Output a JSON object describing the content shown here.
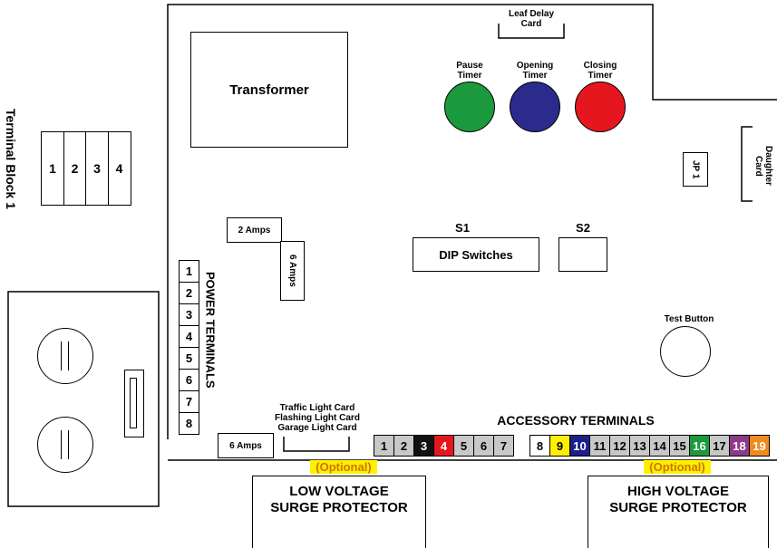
{
  "board": {
    "transformer": "Transformer",
    "leaf_delay": "Leaf Delay\nCard",
    "timers": [
      {
        "label": "Pause\nTimer",
        "color": "#1a9a3c"
      },
      {
        "label": "Opening\nTimer",
        "color": "#2b2b8c"
      },
      {
        "label": "Closing\nTimer",
        "color": "#e6161e"
      }
    ],
    "jp1": "JP 1",
    "daughter_card": "Daughter\nCard",
    "s1": "S1",
    "s2": "S2",
    "dip": "DIP Switches",
    "amps2": "2 Amps",
    "amps6_vertical": "6 Amps",
    "amps6_bottom": "6 Amps",
    "test_button": "Test Button",
    "light_cards": "Traffic Light Card\nFlashing Light Card\nGarage Light Card",
    "power_terminals": "POWER TERMINALS",
    "power_numbers": [
      "1",
      "2",
      "3",
      "4",
      "5",
      "6",
      "7",
      "8"
    ],
    "accessory_title": "ACCESSORY TERMINALS"
  },
  "terminal_block": {
    "title": "Terminal Block 1",
    "numbers": [
      "1",
      "2",
      "3",
      "4"
    ]
  },
  "accessory_terminals": [
    {
      "n": "1",
      "bg": "#c8c8c8",
      "fg": "#000"
    },
    {
      "n": "2",
      "bg": "#c8c8c8",
      "fg": "#000"
    },
    {
      "n": "3",
      "bg": "#111111",
      "fg": "#fff"
    },
    {
      "n": "4",
      "bg": "#e6161e",
      "fg": "#fff"
    },
    {
      "n": "5",
      "bg": "#c8c8c8",
      "fg": "#000"
    },
    {
      "n": "6",
      "bg": "#c8c8c8",
      "fg": "#000"
    },
    {
      "n": "7",
      "bg": "#c8c8c8",
      "fg": "#000"
    },
    {
      "n": "8",
      "bg": "#ffffff",
      "fg": "#000"
    },
    {
      "n": "9",
      "bg": "#ffef00",
      "fg": "#000"
    },
    {
      "n": "10",
      "bg": "#1d1d8c",
      "fg": "#fff"
    },
    {
      "n": "11",
      "bg": "#c8c8c8",
      "fg": "#000"
    },
    {
      "n": "12",
      "bg": "#c8c8c8",
      "fg": "#000"
    },
    {
      "n": "13",
      "bg": "#c8c8c8",
      "fg": "#000"
    },
    {
      "n": "14",
      "bg": "#c8c8c8",
      "fg": "#000"
    },
    {
      "n": "15",
      "bg": "#c8c8c8",
      "fg": "#000"
    },
    {
      "n": "16",
      "bg": "#1a9a3c",
      "fg": "#fff"
    },
    {
      "n": "17",
      "bg": "#c8c8c8",
      "fg": "#000"
    },
    {
      "n": "18",
      "bg": "#8e3a8a",
      "fg": "#fff"
    },
    {
      "n": "19",
      "bg": "#f08a1c",
      "fg": "#fff"
    }
  ],
  "surge": {
    "optional": "(Optional)",
    "low": "LOW VOLTAGE\nSURGE PROTECTOR",
    "high": "HIGH VOLTAGE\nSURGE PROTECTOR"
  }
}
